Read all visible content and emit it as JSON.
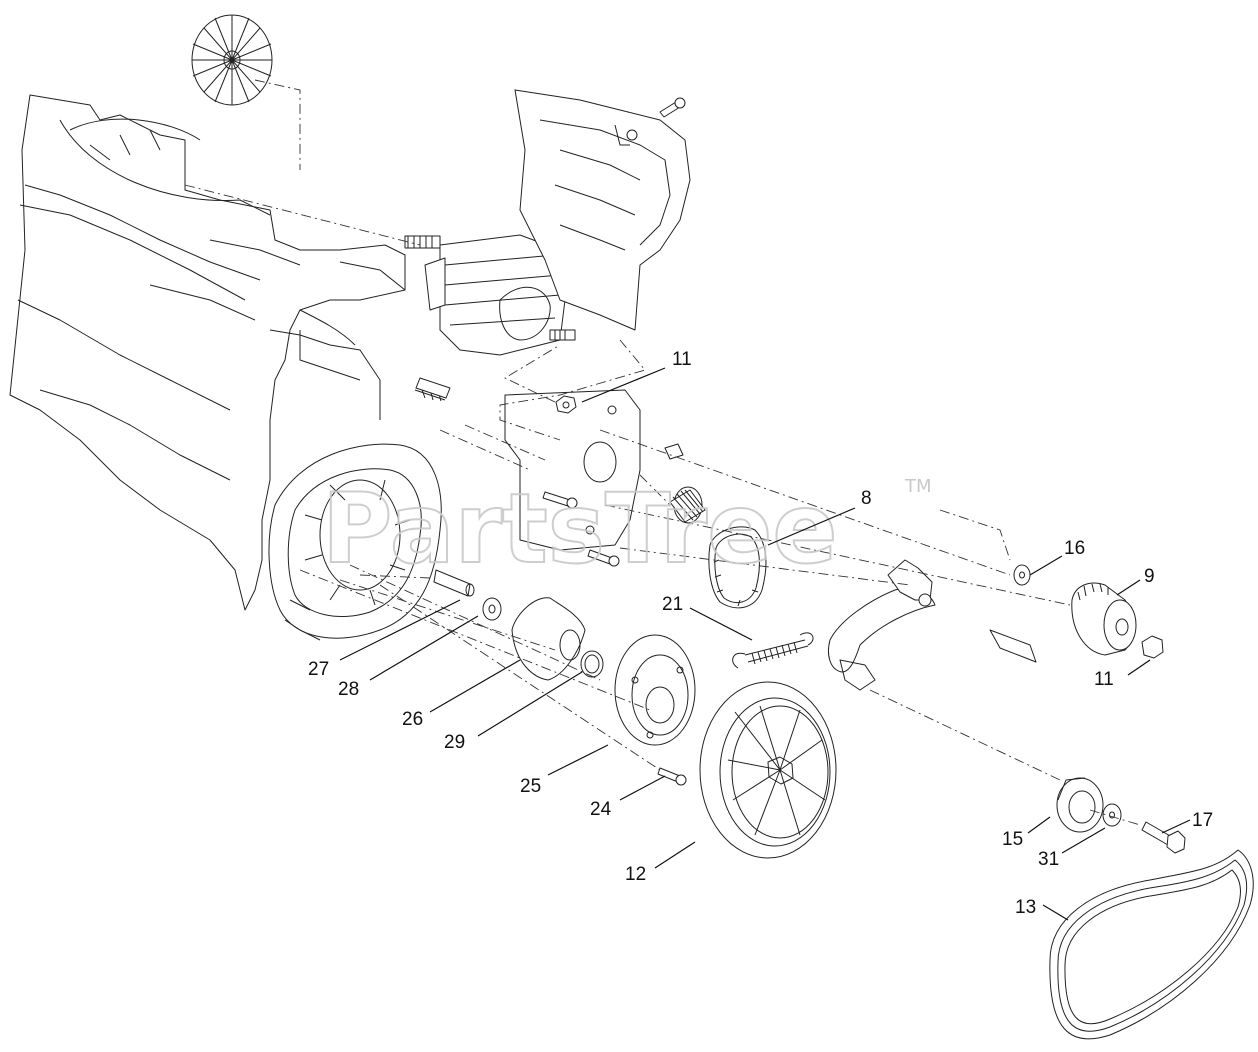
{
  "watermark": {
    "text": "PartsTree",
    "tm": "TM"
  },
  "callouts": [
    {
      "id": "c11a",
      "label": "11"
    },
    {
      "id": "c8",
      "label": "8"
    },
    {
      "id": "c16",
      "label": "16"
    },
    {
      "id": "c9",
      "label": "9"
    },
    {
      "id": "c11b",
      "label": "11"
    },
    {
      "id": "c21",
      "label": "21"
    },
    {
      "id": "c27",
      "label": "27"
    },
    {
      "id": "c28",
      "label": "28"
    },
    {
      "id": "c26",
      "label": "26"
    },
    {
      "id": "c29",
      "label": "29"
    },
    {
      "id": "c25",
      "label": "25"
    },
    {
      "id": "c24",
      "label": "24"
    },
    {
      "id": "c12",
      "label": "12"
    },
    {
      "id": "c15",
      "label": "15"
    },
    {
      "id": "c31",
      "label": "31"
    },
    {
      "id": "c17",
      "label": "17"
    },
    {
      "id": "c13",
      "label": "13"
    }
  ]
}
